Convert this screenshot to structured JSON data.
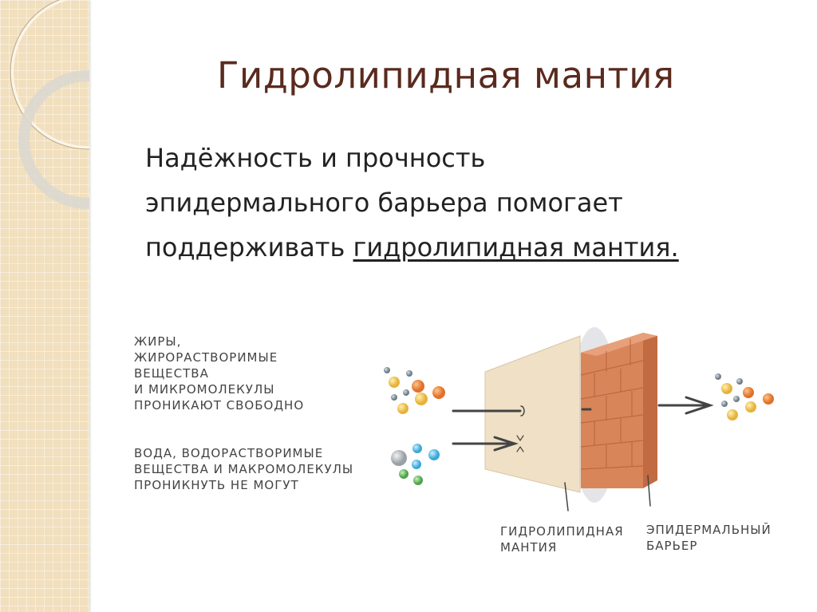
{
  "slide": {
    "title": "Гидролипидная мантия",
    "body_lines": [
      "Надёжность и прочность",
      "эпидермального барьера помогает",
      "поддерживать "
    ],
    "body_link": "гидролипидная мантия."
  },
  "diagram": {
    "left_top_label": [
      "жиры,",
      "жирорастворимые",
      "вещества",
      "и микромолекулы",
      "проникают свободно"
    ],
    "left_bottom_label": [
      "вода, водорастворимые",
      "вещества и макромолекулы",
      "проникнуть не могут"
    ],
    "mantle_label": [
      "гидролипидная",
      "мантия"
    ],
    "barrier_label": [
      "эпидермальный",
      "барьер"
    ],
    "colors": {
      "mantle": "#efe0c6",
      "brick": "#d9855a",
      "title": "#5a2a1e"
    }
  }
}
